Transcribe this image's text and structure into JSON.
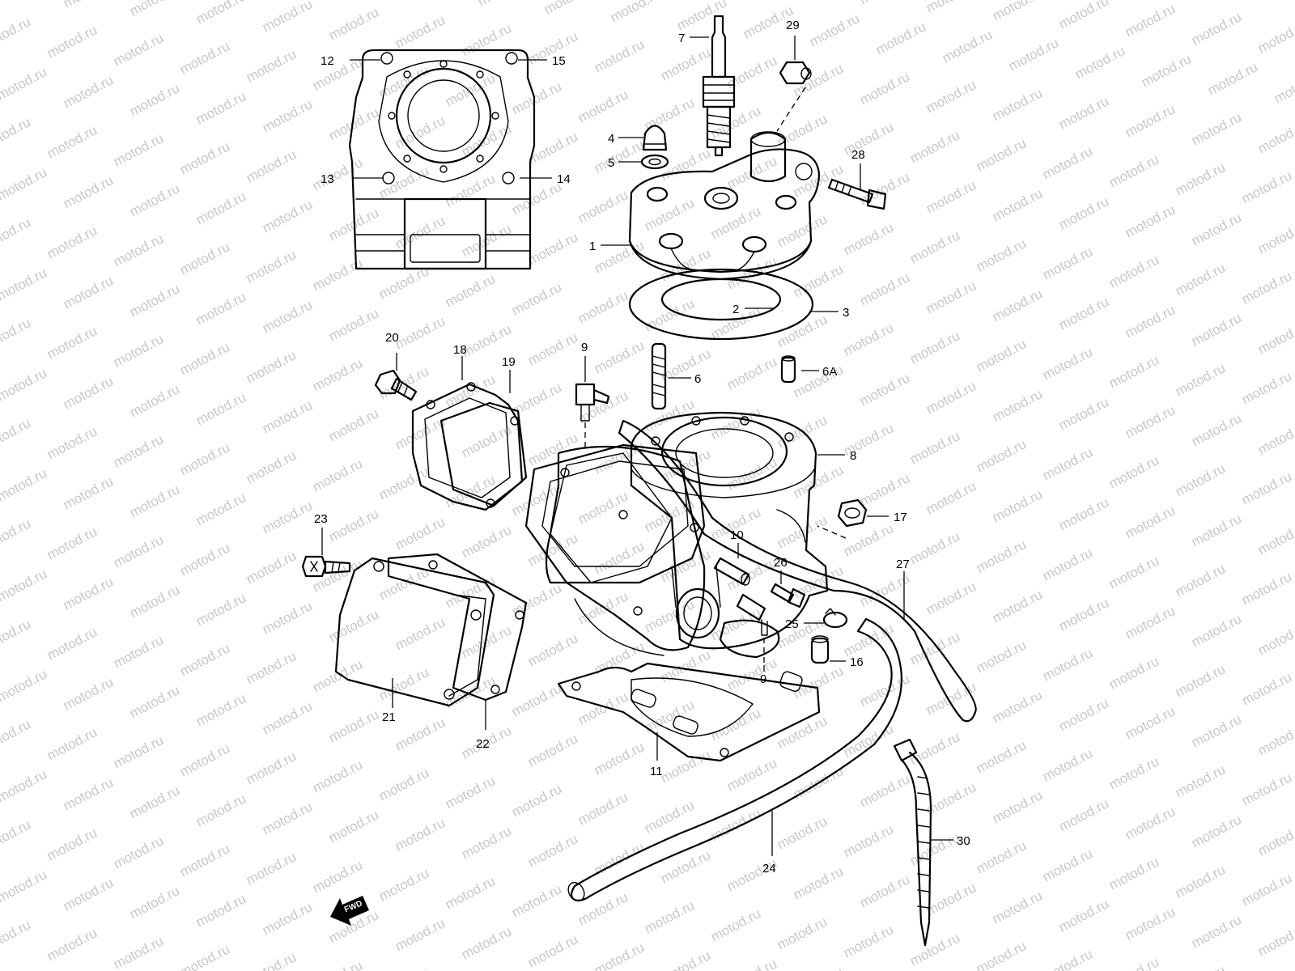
{
  "watermark": "motod.ru",
  "fwd_label": "FWD",
  "callouts": [
    {
      "id": "c1",
      "text": "1"
    },
    {
      "id": "c2",
      "text": "2"
    },
    {
      "id": "c3",
      "text": "3"
    },
    {
      "id": "c4",
      "text": "4"
    },
    {
      "id": "c5",
      "text": "5"
    },
    {
      "id": "c6",
      "text": "6"
    },
    {
      "id": "c6a",
      "text": "6A"
    },
    {
      "id": "c7",
      "text": "7"
    },
    {
      "id": "c8",
      "text": "8"
    },
    {
      "id": "c9a",
      "text": "9"
    },
    {
      "id": "c9b",
      "text": "9"
    },
    {
      "id": "c10",
      "text": "10"
    },
    {
      "id": "c11",
      "text": "11"
    },
    {
      "id": "c12",
      "text": "12"
    },
    {
      "id": "c13",
      "text": "13"
    },
    {
      "id": "c14",
      "text": "14"
    },
    {
      "id": "c15",
      "text": "15"
    },
    {
      "id": "c16",
      "text": "16"
    },
    {
      "id": "c17",
      "text": "17"
    },
    {
      "id": "c18",
      "text": "18"
    },
    {
      "id": "c19",
      "text": "19"
    },
    {
      "id": "c20",
      "text": "20"
    },
    {
      "id": "c21",
      "text": "21"
    },
    {
      "id": "c22",
      "text": "22"
    },
    {
      "id": "c23",
      "text": "23"
    },
    {
      "id": "c24",
      "text": "24"
    },
    {
      "id": "c25",
      "text": "25"
    },
    {
      "id": "c26",
      "text": "26"
    },
    {
      "id": "c27",
      "text": "27"
    },
    {
      "id": "c28",
      "text": "28"
    },
    {
      "id": "c29",
      "text": "29"
    },
    {
      "id": "c30",
      "text": "30"
    }
  ]
}
